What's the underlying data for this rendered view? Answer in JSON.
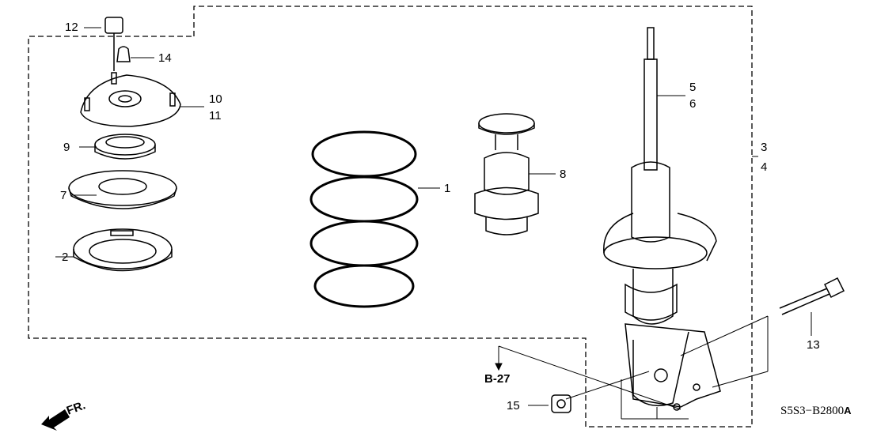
{
  "diagram": {
    "callouts": [
      {
        "id": "12",
        "text": "12"
      },
      {
        "id": "14",
        "text": "14"
      },
      {
        "id": "10",
        "text": "10"
      },
      {
        "id": "11",
        "text": "11"
      },
      {
        "id": "9",
        "text": "9"
      },
      {
        "id": "7",
        "text": "7"
      },
      {
        "id": "2",
        "text": "2"
      },
      {
        "id": "1",
        "text": "1"
      },
      {
        "id": "8",
        "text": "8"
      },
      {
        "id": "5",
        "text": "5"
      },
      {
        "id": "6",
        "text": "6"
      },
      {
        "id": "3",
        "text": "3"
      },
      {
        "id": "4",
        "text": "4"
      },
      {
        "id": "13",
        "text": "13"
      },
      {
        "id": "15",
        "text": "15"
      }
    ],
    "reference": "B-27",
    "front_indicator": "FR.",
    "diagram_code": "S5S3−B2800",
    "diagram_code_suffix": "A"
  }
}
